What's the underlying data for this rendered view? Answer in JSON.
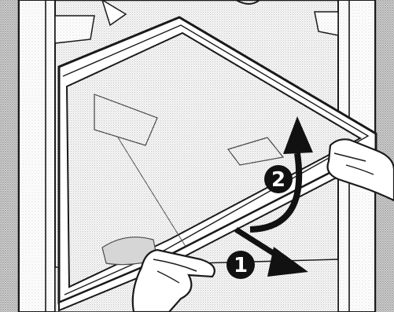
{
  "illustration": {
    "subject": "shelf-removal",
    "steps": [
      {
        "number": "1",
        "action": "pull-out"
      },
      {
        "number": "2",
        "action": "lift-up"
      }
    ],
    "colors": {
      "ink": "#1a1a1a",
      "paper": "#ffffff",
      "stipple": "#9a9a9a",
      "badge": "#111111"
    }
  }
}
